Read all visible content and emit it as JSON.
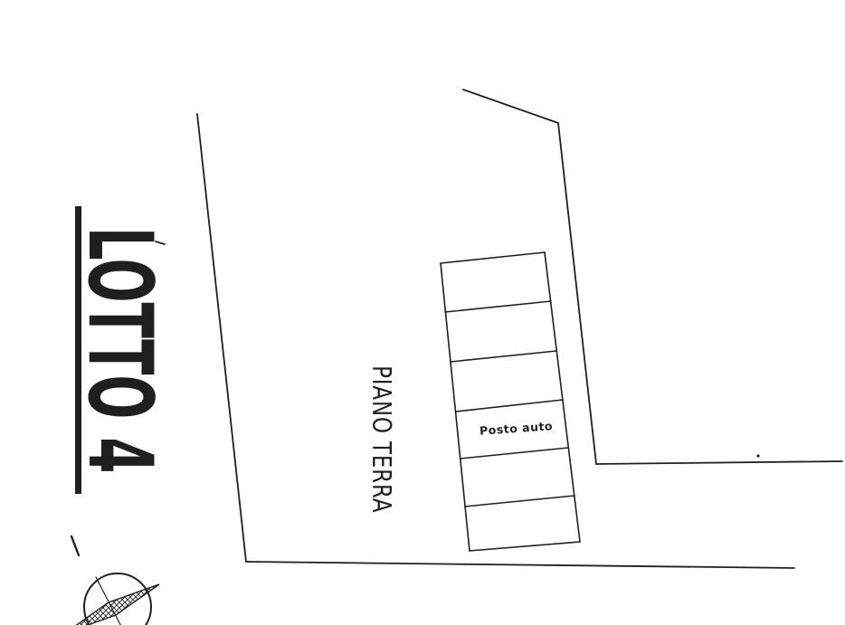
{
  "plan": {
    "lot_label": "LOTTO 4",
    "floor_label": "PIANO TERRA",
    "stall_label": "Posto auto",
    "stall_count": 6
  },
  "colors": {
    "ink": "#1f1f1f",
    "paper": "#ffffff"
  }
}
